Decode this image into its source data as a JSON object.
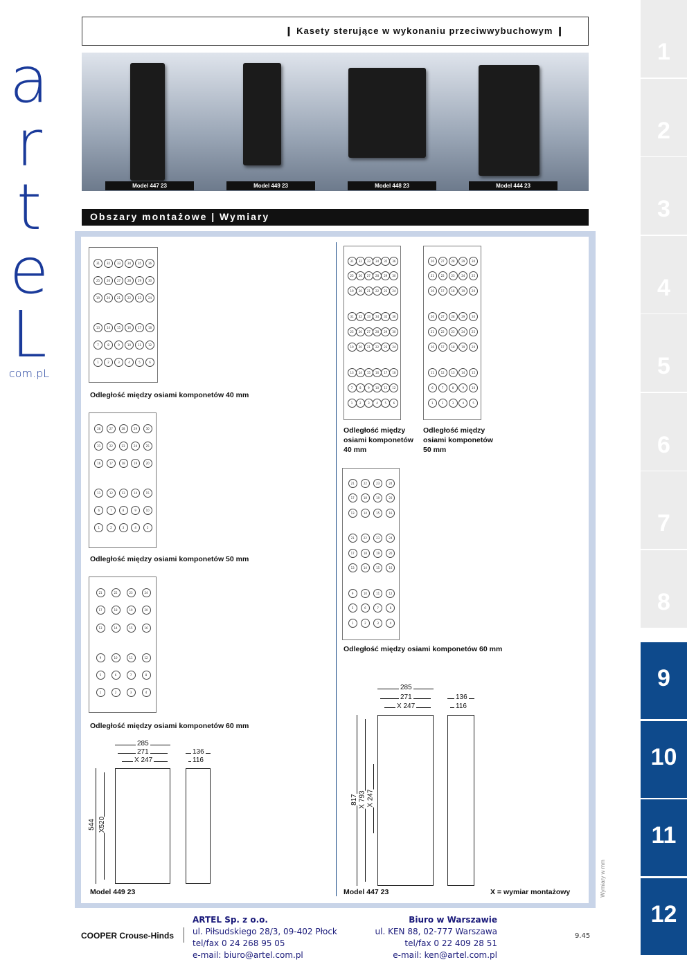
{
  "header": {
    "title": "Kasety sterujące w wykonaniu przeciwwybuchowym",
    "bar": "❙"
  },
  "products": [
    {
      "label": "Model 447 23"
    },
    {
      "label": "Model 449 23"
    },
    {
      "label": "Model 448 23"
    },
    {
      "label": "Model 444 23"
    }
  ],
  "section_title": "Obszary montażowe | Wymiary",
  "logo": {
    "letters": [
      "a",
      "r",
      "t",
      "e",
      "L"
    ],
    "domain": "com.pL"
  },
  "diagrams": [
    {
      "cols": 6,
      "sections": [
        [
          [
            31,
            6
          ],
          [
            25,
            6
          ],
          [
            19,
            6
          ]
        ],
        [
          [
            13,
            6
          ],
          [
            7,
            6
          ],
          [
            1,
            6
          ]
        ]
      ],
      "caption": "Odległość między osiami komponetów 40 mm"
    },
    {
      "cols": 5,
      "sections": [
        [
          [
            26,
            5
          ],
          [
            21,
            5
          ],
          [
            16,
            5
          ]
        ],
        [
          [
            11,
            5
          ],
          [
            6,
            5
          ],
          [
            1,
            5
          ]
        ]
      ],
      "caption": "Odległość między osiami komponetów 50 mm"
    },
    {
      "cols": 4,
      "sections": [
        [
          [
            21,
            4
          ],
          [
            17,
            4
          ],
          [
            13,
            4
          ]
        ],
        [
          [
            9,
            4
          ],
          [
            5,
            4
          ],
          [
            1,
            4
          ]
        ]
      ],
      "caption": "Odległość między osiami komponetów 60 mm"
    },
    {
      "cols": 6,
      "sections": [
        [
          [
            31,
            6
          ],
          [
            25,
            6
          ],
          [
            19,
            6
          ]
        ],
        [
          [
            31,
            6
          ],
          [
            25,
            6
          ],
          [
            19,
            6
          ]
        ],
        [
          [
            13,
            6
          ],
          [
            7,
            6
          ],
          [
            1,
            6
          ]
        ]
      ],
      "caption": "Odległość między osiami komponetów 40 mm"
    },
    {
      "cols": 5,
      "sections": [
        [
          [
            26,
            5
          ],
          [
            21,
            5
          ],
          [
            16,
            5
          ]
        ],
        [
          [
            26,
            5
          ],
          [
            21,
            5
          ],
          [
            16,
            5
          ]
        ],
        [
          [
            11,
            5
          ],
          [
            6,
            5
          ],
          [
            1,
            5
          ]
        ]
      ],
      "caption": "Odległość między osiami komponetów 50 mm"
    },
    {
      "cols": 4,
      "sections": [
        [
          [
            21,
            4
          ],
          [
            17,
            4
          ],
          [
            13,
            4
          ]
        ],
        [
          [
            21,
            4
          ],
          [
            17,
            4
          ],
          [
            13,
            4
          ]
        ],
        [
          [
            9,
            4
          ],
          [
            5,
            4
          ],
          [
            1,
            4
          ]
        ]
      ],
      "caption": "Odległość między osiami komponetów 60 mm"
    }
  ],
  "dims_left": {
    "w1": "285",
    "w2": "271",
    "w3": "X 247",
    "d1": "136",
    "d2": "116",
    "h1": "544",
    "h2": "X520",
    "model": "Model 449 23"
  },
  "dims_right": {
    "w1": "285",
    "w2": "271",
    "w3": "X 247",
    "d1": "136",
    "d2": "116",
    "h1": "817",
    "h2": "X 793",
    "h3": "X 247",
    "model": "Model 447 23"
  },
  "legend": "X = wymiar montażowy",
  "side_note": "Wymiary w mm",
  "tabs": [
    "1",
    "2",
    "3",
    "4",
    "5",
    "6",
    "7",
    "8",
    "9",
    "10",
    "11",
    "12"
  ],
  "active_tabs": [
    "9",
    "10",
    "11",
    "12"
  ],
  "footer": {
    "brand": "COOPER Crouse-Hinds",
    "company": {
      "name": "ARTEL Sp. z o.o.",
      "address": "ul. Piłsudskiego 28/3, 09-402 Płock",
      "phone": "tel/fax 0 24 268 95 05",
      "email": "e-mail: biuro@artel.com.pl"
    },
    "office": {
      "name": "Biuro w Warszawie",
      "address": "ul. KEN 88, 02-777 Warszawa",
      "phone": "tel/fax 0 22 409 28 51",
      "email": "e-mail: ken@artel.com.pl"
    },
    "page": "9.45"
  },
  "colors": {
    "accent": "#0e4a8c",
    "panel": "#c8d4e8"
  }
}
